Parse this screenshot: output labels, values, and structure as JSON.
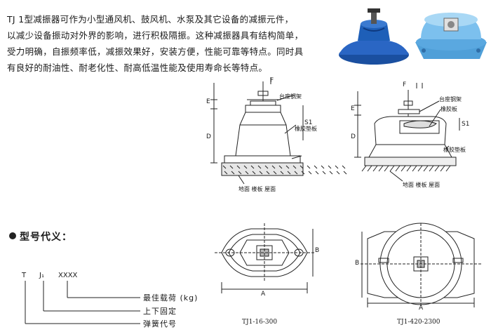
{
  "intro": {
    "lines": [
      "TJ 1型减振器可作为小型通风机、鼓风机、水泵及其它设备的减振元件，",
      "以减少设备振动对外界的影响，进行积极隔振。这种减振器具有结构简单，",
      "受力明确，自振频率低，减振效果好，安装方便，性能可靠等特点。同时具",
      "有良好的耐油性、耐老化性、耐高低温性能及使用寿命长等特点。"
    ]
  },
  "diagram_left": {
    "label_frame": "台座钢架",
    "label_pad": "橡胶垫板",
    "label_floor": "地面  楼板  屋面",
    "dim_E": "E",
    "dim_D": "D",
    "dim_F": "F",
    "dim_S1": "S1"
  },
  "diagram_right": {
    "label_frame": "台座钢架",
    "label_plate": "橡胶板",
    "label_pad": "橡胶垫板",
    "label_floor": "地面  楼板  屋面",
    "dim_E": "E",
    "dim_D": "D",
    "dim_F": "F",
    "dim_S1": "S1"
  },
  "model": {
    "title": "型号代义：",
    "code_T": "T",
    "code_J": "J₁",
    "code_X": "XXXX",
    "legend": [
      "最佳载荷 (kg)",
      "上下固定",
      "弹簧代号"
    ]
  },
  "plans": {
    "left_caption": "TJ1-16-300",
    "right_caption": "TJ1-420-2300",
    "dim_A": "A",
    "dim_B": "B"
  },
  "colors": {
    "blue_body": "#1e5fb8",
    "light_blue": "#6fb6e8",
    "line": "#222222"
  }
}
